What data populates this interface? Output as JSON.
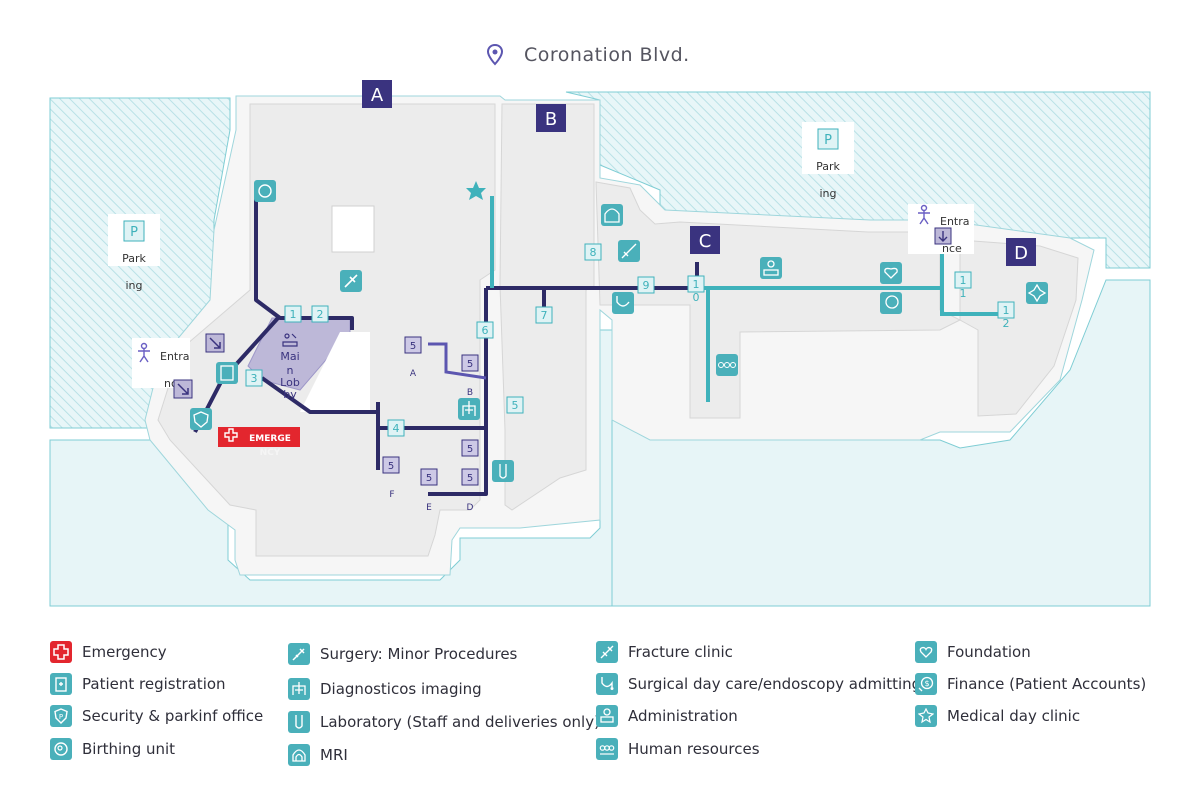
{
  "street": {
    "name": "Coronation Blvd.",
    "icon": "map-pin-icon"
  },
  "colors": {
    "navy": "#2d2a66",
    "teal": "#3fb2bb",
    "lobby": "#bdb8d8",
    "building": "#ececec",
    "parking": "#e7f5f7",
    "emergency": "#e3262e"
  },
  "buildings": {
    "a": "A",
    "b": "B",
    "c": "C",
    "d": "D"
  },
  "map_labels": {
    "parking_west_line1": "Park",
    "parking_west_line2": "ing",
    "parking_east_line1": "Park",
    "parking_east_line2": "ing",
    "parking_glyph": "P",
    "entrance_west_line1": "Entra",
    "entrance_west_line2": "nce",
    "entrance_east_line1": "Entra",
    "entrance_east_line2": "nce",
    "lobby_line1": "Mai",
    "lobby_line2": "n",
    "lobby_line3": "Lob",
    "lobby_line4": "by",
    "emergency_line1": "EMERGE",
    "emergency_line2": "NCY",
    "wing_a": "A",
    "wing_b": "B",
    "wing_d": "D",
    "wing_e": "E",
    "wing_f": "F"
  },
  "markers": {
    "n1_lobby": "1",
    "n2_lobby": "2",
    "n3": "3",
    "n4": "4",
    "n5_a": "5",
    "n5_b": "5",
    "n5_c": "5",
    "n5_d": "5",
    "n5_e": "5",
    "n5_f": "5",
    "n5_teal": "5",
    "n6": "6",
    "n7": "7",
    "n8": "8",
    "n9": "9",
    "n10_a": "1",
    "n10_b": "0",
    "n11_a": "1",
    "n11_b": "1",
    "n12_a": "1",
    "n12_b": "2"
  },
  "legend": {
    "col1": [
      {
        "label": "Emergency",
        "icon": "red-cross-icon"
      },
      {
        "label": "Patient registration",
        "icon": "clipboard-icon"
      },
      {
        "label": "Security & parkinf office",
        "icon": "security-shield-icon"
      },
      {
        "label": "Birthing unit",
        "icon": "baby-icon"
      }
    ],
    "col2": [
      {
        "label": "Surgery: Minor Procedures",
        "icon": "syringe-icon"
      },
      {
        "label": "Diagnosticos imaging",
        "icon": "xray-icon"
      },
      {
        "label": "Laboratory (Staff and deliveries only)",
        "icon": "test-tube-icon"
      },
      {
        "label": "MRI",
        "icon": "mri-icon"
      }
    ],
    "col3": [
      {
        "label": "Fracture clinic",
        "icon": "fracture-icon"
      },
      {
        "label": "Surgical day care/endoscopy admitting",
        "icon": "stethoscope-icon"
      },
      {
        "label": "Administration",
        "icon": "administration-icon"
      },
      {
        "label": "Human resources",
        "icon": "people-icon"
      }
    ],
    "col4": [
      {
        "label": "Foundation",
        "icon": "heart-hands-icon"
      },
      {
        "label": "Finance (Patient Accounts)",
        "icon": "finance-icon"
      },
      {
        "label": "Medical day clinic",
        "icon": "medical-clinic-icon"
      }
    ]
  }
}
